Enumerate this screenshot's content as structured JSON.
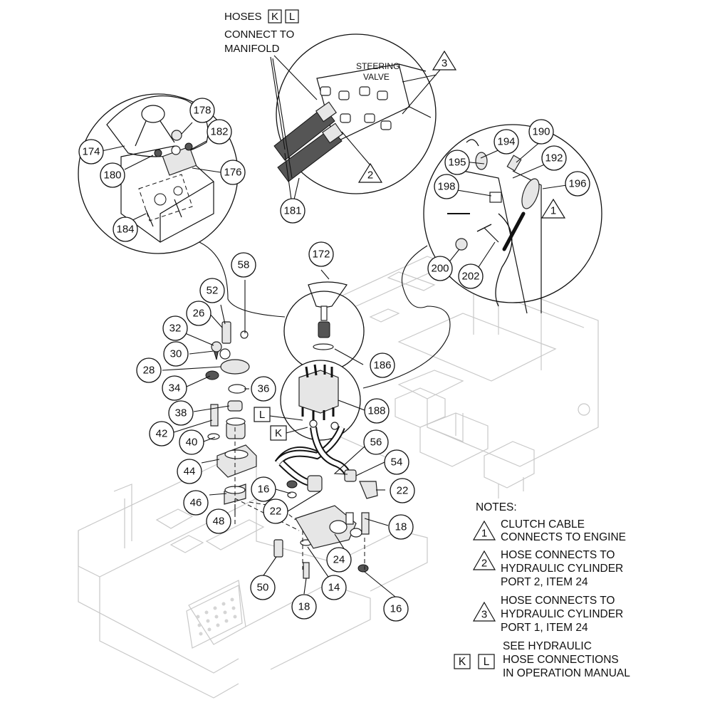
{
  "top_label": {
    "line1_prefix": "HOSES",
    "box_k": "K",
    "box_l": "L",
    "line2": "CONNECT TO",
    "line3": "MANIFOLD"
  },
  "steering_valve": {
    "line1": "STEERING",
    "line2": "VALVE"
  },
  "note_markers": {
    "n1": "1",
    "n2": "2",
    "n3": "3"
  },
  "box_markers": {
    "l": "L",
    "k": "K"
  },
  "callouts": {
    "c174": "174",
    "c178": "178",
    "c182": "182",
    "c180": "180",
    "c176": "176",
    "c184": "184",
    "c181": "181",
    "c194": "194",
    "c190": "190",
    "c195": "195",
    "c192": "192",
    "c196": "196",
    "c198": "198",
    "c200": "200",
    "c202": "202",
    "c172": "172",
    "c58": "58",
    "c52": "52",
    "c26": "26",
    "c32": "32",
    "c30": "30",
    "c28": "28",
    "c34": "34",
    "c36": "36",
    "c186": "186",
    "c38": "38",
    "c188": "188",
    "c42": "42",
    "c40": "40",
    "c56": "56",
    "c54": "54",
    "c44": "44",
    "c22a": "22",
    "c16a": "16",
    "c46": "46",
    "c22b": "22",
    "c18a": "18",
    "c48": "48",
    "c24": "24",
    "c50": "50",
    "c14": "14",
    "c18b": "18",
    "c16b": "16"
  },
  "notes": {
    "title": "NOTES:",
    "items": [
      {
        "marker": "1",
        "lines": [
          "CLUTCH CABLE",
          "CONNECTS TO ENGINE"
        ]
      },
      {
        "marker": "2",
        "lines": [
          "HOSE CONNECTS TO",
          "HYDRAULIC CYLINDER",
          "PORT 2, ITEM 24"
        ]
      },
      {
        "marker": "3",
        "lines": [
          "HOSE CONNECTS TO",
          "HYDRAULIC CYLINDER",
          "PORT 1, ITEM 24"
        ]
      }
    ],
    "kl_note": {
      "box_k": "K",
      "box_l": "L",
      "lines": [
        "SEE HYDRAULIC",
        "HOSE CONNECTIONS",
        "IN OPERATION MANUAL"
      ]
    }
  },
  "colors": {
    "line": "#111111",
    "frame": "#c8c8c8",
    "background": "#ffffff"
  }
}
